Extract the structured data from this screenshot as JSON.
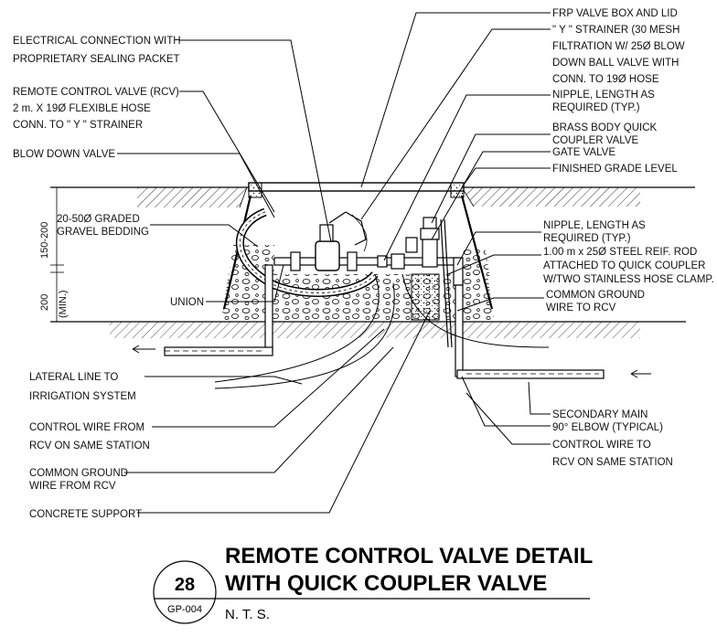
{
  "labels_left": [
    {
      "lines": [
        "ELECTRICAL CONNECTION WITH",
        "PROPRIETARY SEALING PACKET"
      ]
    },
    {
      "lines": [
        "REMOTE CONTROL VALVE (RCV)",
        "2 m. X 19Ø FLEXIBLE HOSE",
        "CONN. TO \" Y \" STRAINER"
      ]
    },
    {
      "lines": [
        "BLOW DOWN VALVE"
      ]
    },
    {
      "lines": [
        "20-50Ø GRADED",
        "GRAVEL BEDDING"
      ]
    },
    {
      "lines": [
        "UNION"
      ]
    },
    {
      "lines": [
        "LATERAL LINE TO",
        "IRRIGATION SYSTEM"
      ]
    },
    {
      "lines": [
        "CONTROL WIRE FROM",
        "RCV ON SAME STATION"
      ]
    },
    {
      "lines": [
        "COMMON GROUND",
        "WIRE FROM RCV"
      ]
    },
    {
      "lines": [
        "CONCRETE SUPPORT"
      ]
    }
  ],
  "labels_right": [
    {
      "lines": [
        "FRP VALVE BOX AND LID"
      ]
    },
    {
      "lines": [
        "\" Y \" STRAINER (30 MESH",
        "FILTRATION W/ 25Ø  BLOW",
        "DOWN BALL VALVE WITH",
        "CONN. TO 19Ø HOSE"
      ]
    },
    {
      "lines": [
        "NIPPLE, LENGTH AS",
        "REQUIRED (TYP.)"
      ]
    },
    {
      "lines": [
        "BRASS BODY QUICK",
        "COUPLER VALVE"
      ]
    },
    {
      "lines": [
        "GATE VALVE"
      ]
    },
    {
      "lines": [
        "FINISHED GRADE LEVEL"
      ]
    },
    {
      "lines": [
        "NIPPLE, LENGTH AS",
        "REQUIRED (TYP.)"
      ]
    },
    {
      "lines": [
        "1.00 m x 25Ø STEEL REIF. ROD",
        "ATTACHED TO QUICK COUPLER",
        "W/TWO STAINLESS HOSE CLAMP."
      ]
    },
    {
      "lines": [
        "COMMON GROUND",
        "WIRE TO RCV"
      ]
    },
    {
      "lines": [
        "SECONDARY MAIN"
      ]
    },
    {
      "lines": [
        "90° ELBOW (TYPICAL)"
      ]
    },
    {
      "lines": [
        "CONTROL WIRE TO",
        "RCV ON SAME STATION"
      ]
    }
  ],
  "dimensions": {
    "upper": "150-200",
    "lower": "200",
    "lower_note": "(MIN.)"
  },
  "title": {
    "line1": "REMOTE CONTROL VALVE DETAIL",
    "line2": "WITH QUICK COUPLER VALVE",
    "scale": "N. T. S."
  },
  "detail_ref": {
    "number": "28",
    "sheet": "GP-004"
  }
}
